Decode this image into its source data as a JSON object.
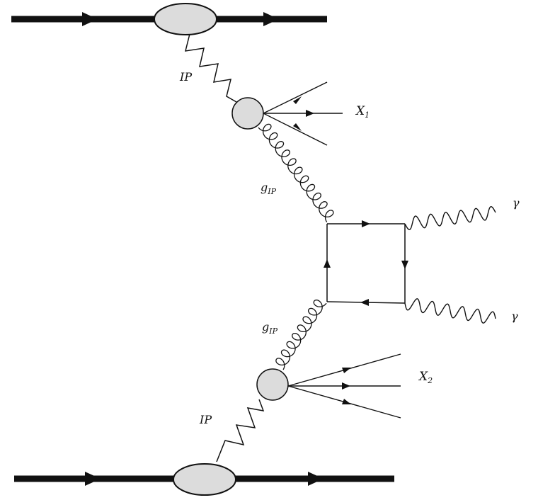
{
  "labels": {
    "pomeron_top": "IP",
    "pomeron_bottom": "IP",
    "gluon_top": {
      "main": "g",
      "sub": "IP"
    },
    "gluon_bottom": {
      "main": "g",
      "sub": "IP"
    },
    "x1": {
      "main": "X",
      "sub": "1"
    },
    "x2": {
      "main": "X",
      "sub": "2"
    },
    "photon_top": "γ",
    "photon_bottom": "γ"
  },
  "colors": {
    "line": "#111111",
    "blob_fill": "#dcdcdc"
  }
}
